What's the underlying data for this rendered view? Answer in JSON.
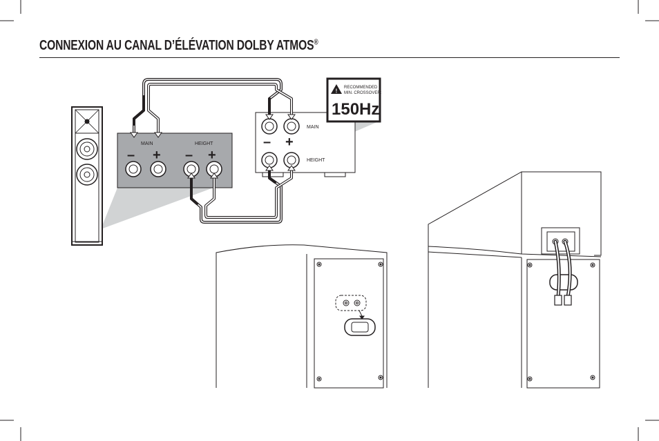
{
  "page": {
    "title": "CONNEXION AU CANAL D’ÉLÉVATION DOLBY ATMOS",
    "title_mark": "®"
  },
  "speaker_panel": {
    "main_label": "MAIN",
    "height_label": "HEIGHT",
    "minus": "–",
    "plus": "+"
  },
  "amp_panel": {
    "main_label": "MAIN",
    "height_label": "HEIGHT",
    "minus": "–",
    "plus": "+"
  },
  "crossover_badge": {
    "line1": "RECOMMENDED",
    "line2": "MIN. CROSSOVER:",
    "value": "150Hz",
    "warning_icon": "warning-triangle-icon"
  },
  "colors": {
    "ink": "#231f20",
    "panel_gray": "#a7a9ac",
    "callout_gray": "#d1d3d4"
  }
}
